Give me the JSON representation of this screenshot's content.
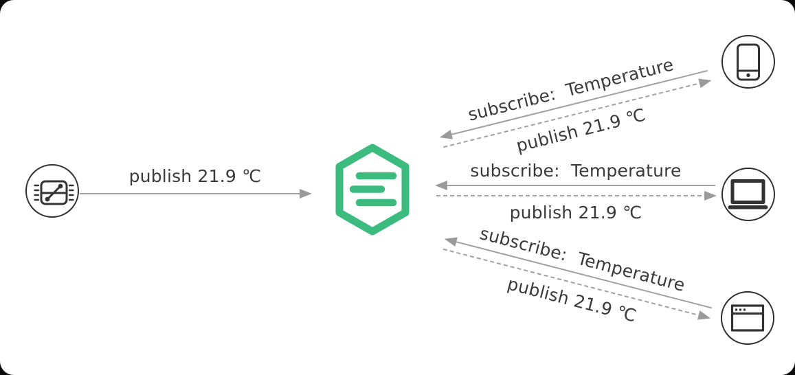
{
  "diagram": {
    "title_hint": "mqtt-publish-subscribe-flow",
    "publisher": {
      "name": "temperature-sensor",
      "publish_label": "publish 21.9 ℃"
    },
    "broker": {
      "name": "emqx-broker",
      "logo": "green-hexagon-with-three-bars"
    },
    "subscribers": [
      {
        "name": "smartphone",
        "subscribe_label": "subscribe:  Temperature",
        "publish_label": "publish 21.9 ℃"
      },
      {
        "name": "laptop",
        "subscribe_label": "subscribe:  Temperature",
        "publish_label": "publish 21.9 ℃"
      },
      {
        "name": "browser-window",
        "subscribe_label": "subscribe:  Temperature",
        "publish_label": "publish 21.9 ℃"
      }
    ],
    "colors": {
      "broker_green": "#3bbb7d",
      "line_gray": "#a0a0a0",
      "arrow_gray": "#9a9a9a",
      "text_dark": "#3a3a3a",
      "icon_dark": "#333333",
      "canvas_bg": "#ffffff"
    }
  }
}
